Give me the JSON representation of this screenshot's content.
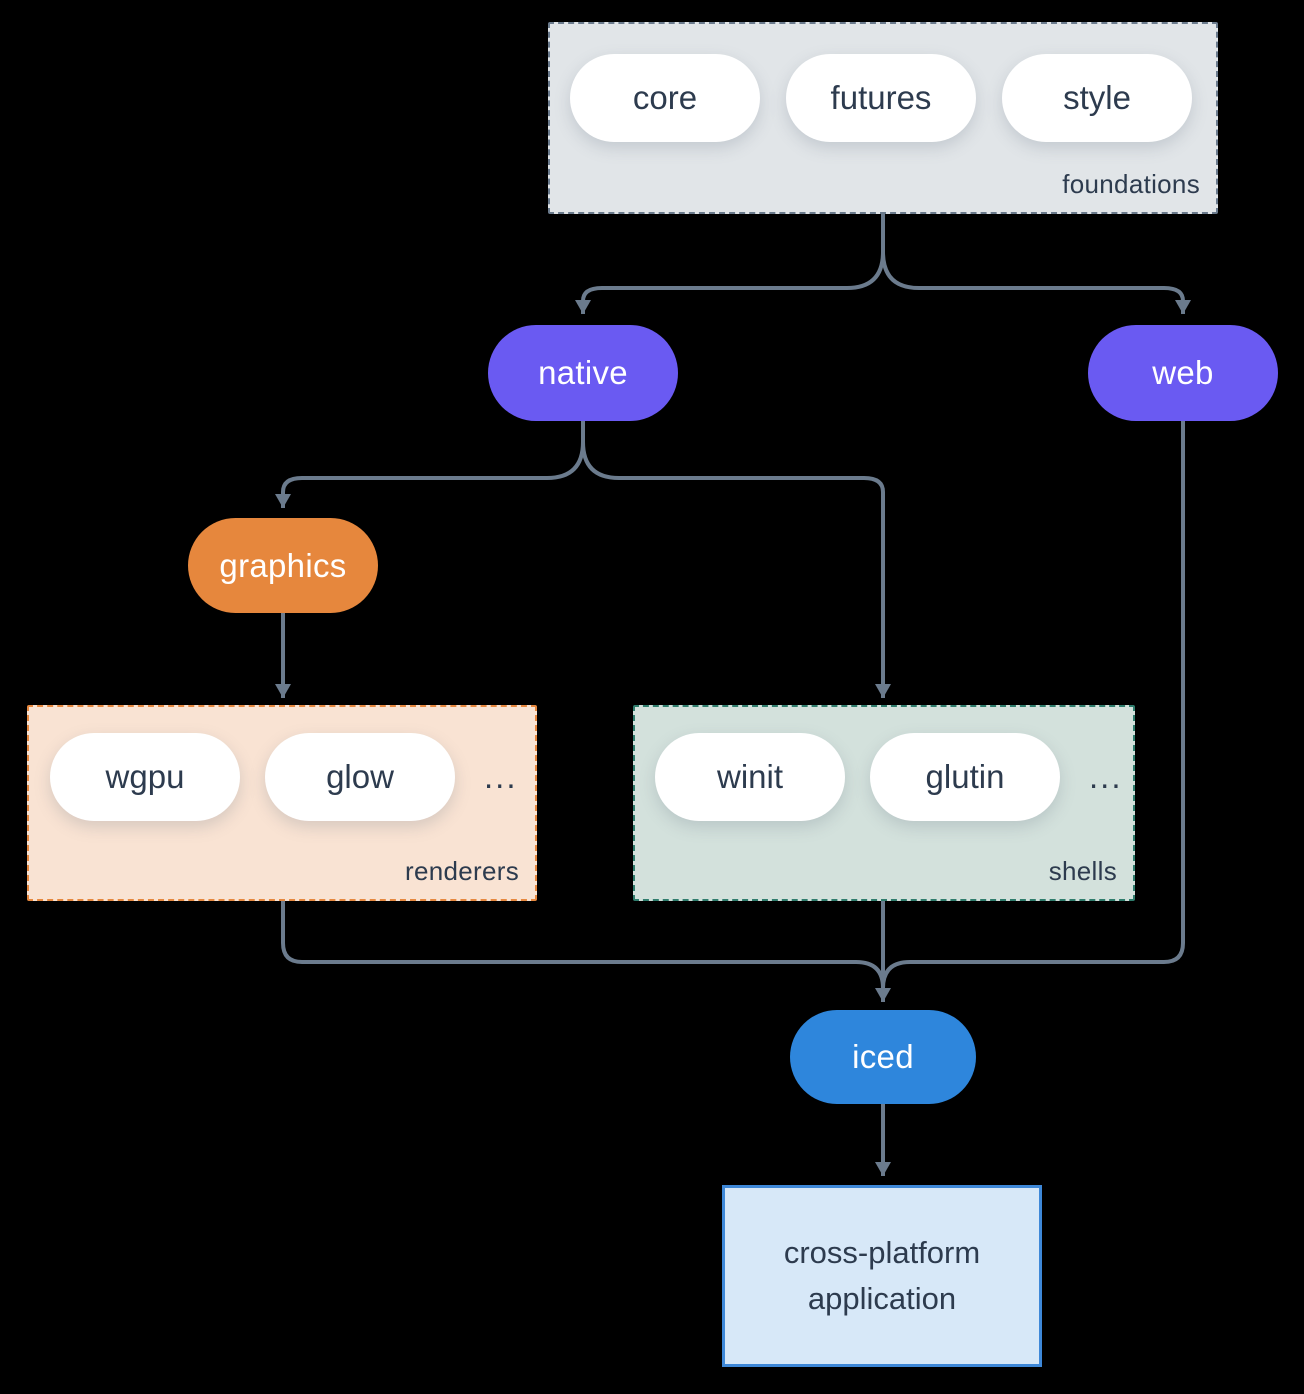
{
  "diagram": {
    "title_semantic": "iced crate ecosystem dependency diagram",
    "colors": {
      "background": "#000000",
      "connector": "#6b7b8d",
      "dark_text": "#2d3b4e",
      "purple_node": "#6a5af2",
      "orange_node": "#e6873d",
      "blue_node": "#2e86dc",
      "foundations_fill": "#e1e5e8",
      "foundations_border": "#6b7b8d",
      "renderers_fill": "#f9e3d3",
      "renderers_border": "#e6883f",
      "shells_fill": "#d3e1dc",
      "shells_border": "#2f7d6d",
      "app_fill": "#d7e8f8",
      "app_border": "#3e88d8"
    },
    "groups": {
      "foundations": {
        "label": "foundations",
        "items": [
          "core",
          "futures",
          "style"
        ]
      },
      "renderers": {
        "label": "renderers",
        "items": [
          "wgpu",
          "glow"
        ],
        "ellipsis": "..."
      },
      "shells": {
        "label": "shells",
        "items": [
          "winit",
          "glutin"
        ],
        "ellipsis": "..."
      }
    },
    "nodes": {
      "native": {
        "label": "native"
      },
      "web": {
        "label": "web"
      },
      "graphics": {
        "label": "graphics"
      },
      "iced": {
        "label": "iced"
      },
      "application": {
        "line1": "cross-platform",
        "line2": "application"
      }
    },
    "edges": [
      "foundations -> native",
      "foundations -> web",
      "native -> graphics",
      "native -> shells",
      "graphics -> renderers",
      "renderers -> iced",
      "shells -> iced",
      "web -> iced",
      "iced -> cross-platform application"
    ]
  }
}
